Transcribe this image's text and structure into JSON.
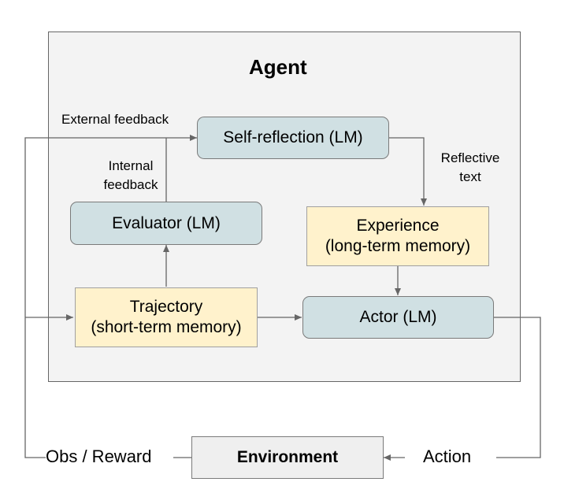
{
  "agent": {
    "title": "Agent"
  },
  "nodes": {
    "self_reflection": {
      "lines": [
        "Self-reflection (LM)"
      ]
    },
    "evaluator": {
      "lines": [
        "Evaluator (LM)"
      ]
    },
    "experience": {
      "lines": [
        "Experience",
        "(long-term memory)"
      ]
    },
    "trajectory": {
      "lines": [
        "Trajectory",
        "(short-term memory)"
      ]
    },
    "actor": {
      "lines": [
        "Actor (LM)"
      ]
    },
    "environment": {
      "lines": [
        "Environment"
      ]
    }
  },
  "edge_labels": {
    "external_feedback": "External feedback",
    "internal_feedback": [
      "Internal",
      "feedback"
    ],
    "reflective_text": [
      "Reflective",
      "text"
    ],
    "obs_reward": "Obs / Reward",
    "action": "Action"
  },
  "colors": {
    "lm_fill": "#d0e0e3",
    "memory_fill": "#fff2cc",
    "agent_bg": "#f3f3f3",
    "environment_fill": "#efefef",
    "arrow": "#666666"
  }
}
